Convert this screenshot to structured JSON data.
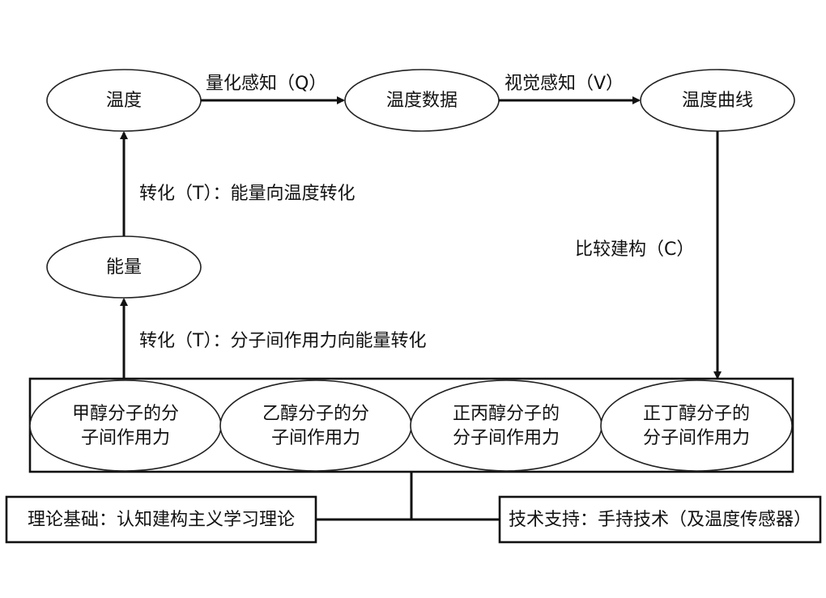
{
  "nodes": {
    "temperature": "温度",
    "temperature_data": "温度数据",
    "temperature_curve": "温度曲线",
    "energy": "能量"
  },
  "edges": {
    "quantify": "量化感知（Q）",
    "visual": "视觉感知（V）",
    "compare": "比较建构（C）",
    "transform_energy_temp": "转化（T）：能量向温度转化",
    "transform_force_energy": "转化（T）：分子间作用力向能量转化"
  },
  "molecules": [
    {
      "line1": "甲醇分子的分",
      "line2": "子间作用力"
    },
    {
      "line1": "乙醇分子的分",
      "line2": "子间作用力"
    },
    {
      "line1": "正丙醇分子的",
      "line2": "分子间作用力"
    },
    {
      "line1": "正丁醇分子的",
      "line2": "分子间作用力"
    }
  ],
  "bottom": {
    "theory": "理论基础：认知建构主义学习理论",
    "technology": "技术支持：手持技术（及温度传感器）"
  }
}
